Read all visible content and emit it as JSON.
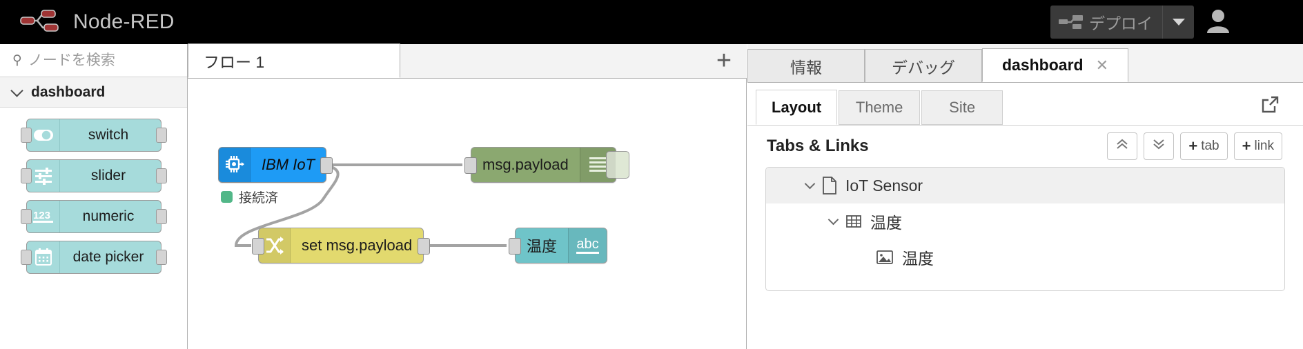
{
  "header": {
    "logo_icon": "node-red-logo-icon",
    "title": "Node-RED",
    "deploy": {
      "label": "デプロイ",
      "icon": "deploy-icon",
      "caret_icon": "chevron-down-icon",
      "disabled": true
    },
    "user_icon": "user-icon",
    "menu_icon": "hamburger-menu-icon"
  },
  "palette": {
    "search": {
      "placeholder": "ノードを検索",
      "value": "",
      "icon": "search-icon"
    },
    "category": {
      "label": "dashboard",
      "expanded": true,
      "chevron_icon": "chevron-down-icon"
    },
    "nodes": [
      {
        "label": "switch",
        "icon": "toggle-switch-icon"
      },
      {
        "label": "slider",
        "icon": "sliders-icon"
      },
      {
        "label": "numeric",
        "icon": "123-icon"
      },
      {
        "label": "date picker",
        "icon": "calendar-icon"
      }
    ]
  },
  "flow": {
    "tabs": [
      {
        "label": "フロー 1",
        "active": true
      }
    ],
    "add_tab_icon": "plus-icon",
    "nodes": [
      {
        "id": "ibmiot",
        "label": "IBM IoT",
        "icon": "iot-chip-icon",
        "color": "#1e9bf5",
        "status": {
          "text": "接続済",
          "color": "#52b788"
        }
      },
      {
        "id": "debug",
        "label": "msg.payload",
        "icon": "debug-lines-icon",
        "color": "#8ba870"
      },
      {
        "id": "change",
        "label": "set msg.payload",
        "icon": "shuffle-icon",
        "color": "#e2d96e"
      },
      {
        "id": "text",
        "label": "温度",
        "icon": "abc-icon",
        "icon_text": "abc",
        "color": "#6fc4c9"
      }
    ]
  },
  "sidebar": {
    "tabs": [
      {
        "label": "情報",
        "active": false
      },
      {
        "label": "デバッグ",
        "active": false
      },
      {
        "label": "dashboard",
        "active": true,
        "close_icon": "close-icon"
      }
    ],
    "subtabs": [
      {
        "label": "Layout",
        "active": true
      },
      {
        "label": "Theme",
        "active": false
      },
      {
        "label": "Site",
        "active": false
      }
    ],
    "open_dashboard_icon": "external-link-icon",
    "panel": {
      "title": "Tabs & Links",
      "buttons": [
        {
          "label": "",
          "icon": "collapse-all-icon"
        },
        {
          "label": "",
          "icon": "expand-all-icon"
        },
        {
          "label": "tab",
          "icon": "plus-icon"
        },
        {
          "label": "link",
          "icon": "plus-icon"
        }
      ],
      "tree": [
        {
          "label": "IoT Sensor",
          "icon": "page-icon",
          "indent": 0,
          "expanded": true,
          "selected": true
        },
        {
          "label": "温度",
          "icon": "grid-icon",
          "indent": 1,
          "expanded": true,
          "selected": false
        },
        {
          "label": "温度",
          "icon": "image-icon",
          "indent": 2,
          "expanded": null,
          "selected": false
        }
      ]
    }
  }
}
